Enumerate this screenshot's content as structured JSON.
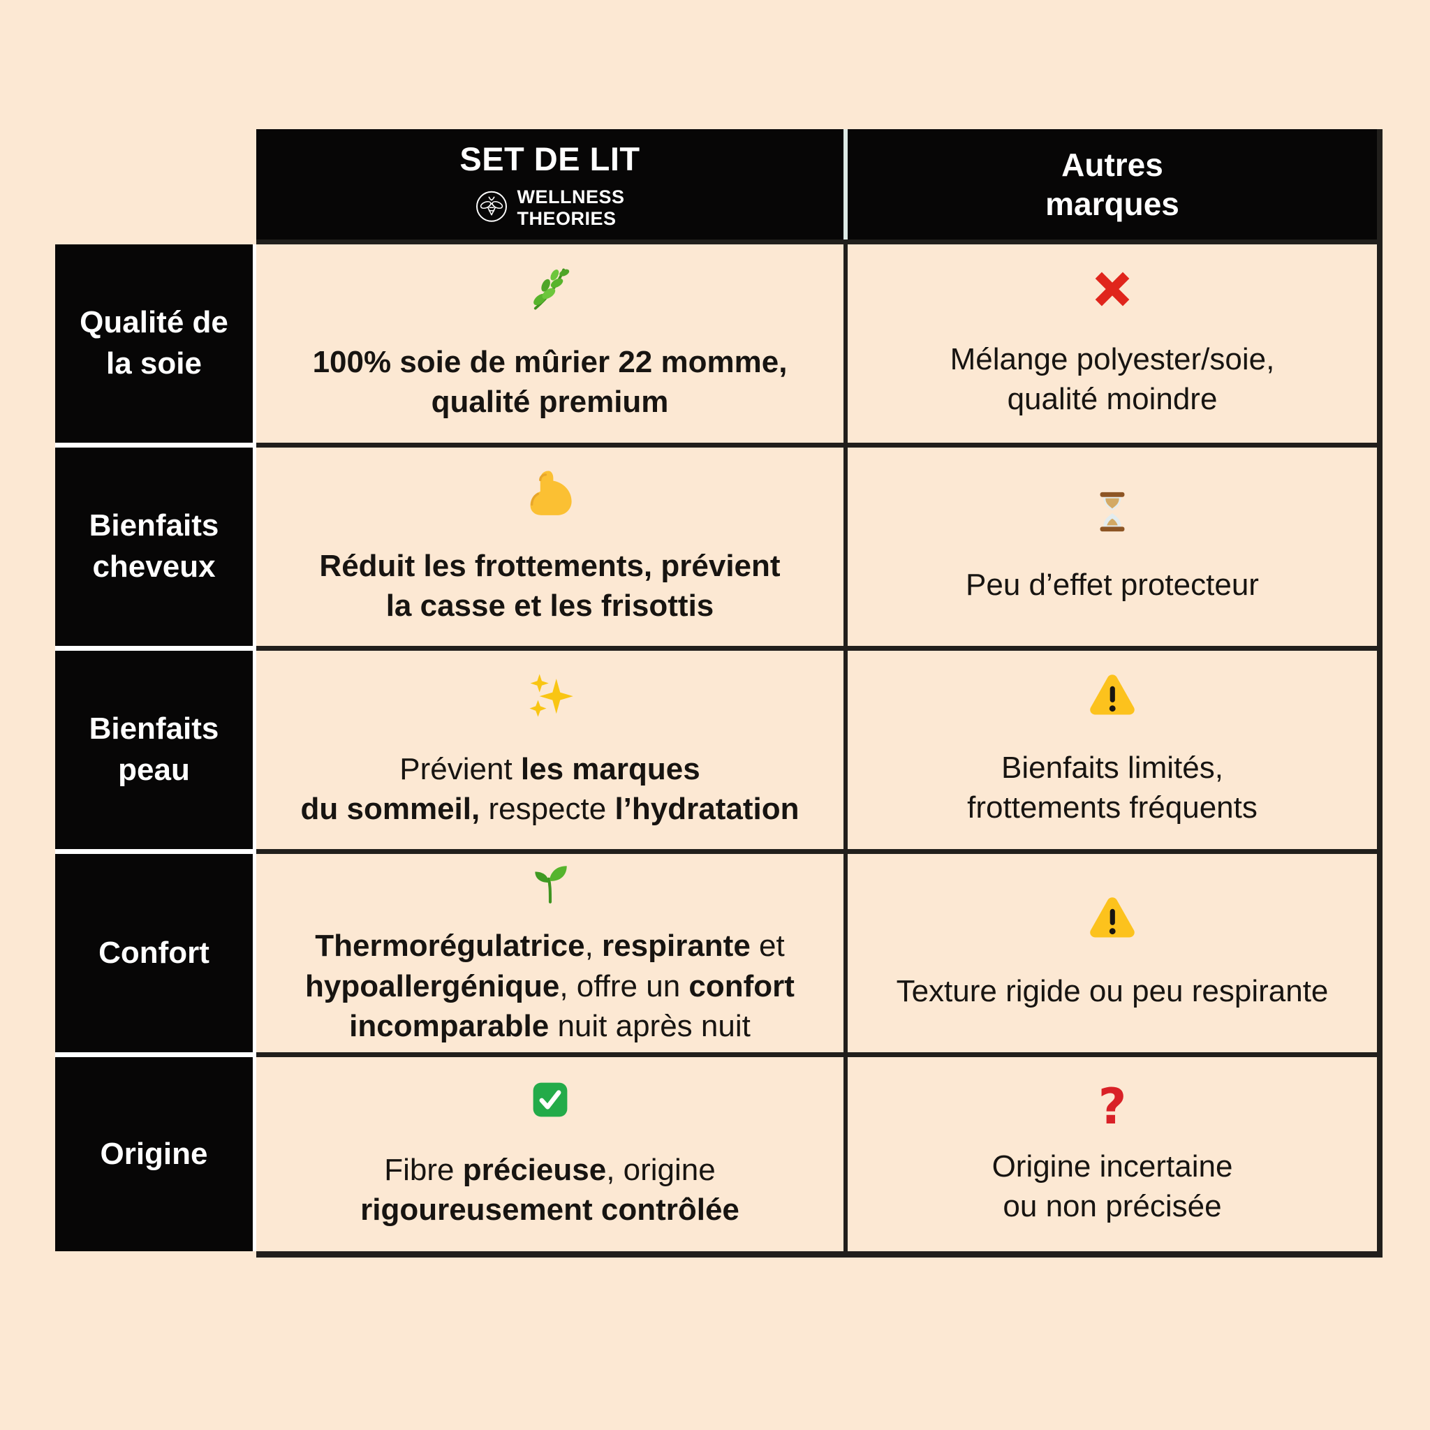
{
  "meta": {
    "background_color": "#fce8d3",
    "table_border_color": "#211f1c",
    "header_bg_color": "#070606",
    "label_bg_color": "#070606",
    "cell_bg_color": "#fce8d3",
    "text_color": "#171411",
    "header_separator_color": "#dce8e4",
    "label_gap_color": "#ffffff",
    "cross_color": "#e0251c",
    "warning_color": "#fcc21d",
    "check_color": "#23ab49",
    "question_color": "#d92127"
  },
  "header": {
    "brand": {
      "title": "SET DE LIT",
      "logo_icon": "bee-logo-icon",
      "logo_lines": [
        "WELLNESS",
        "THEORIES"
      ]
    },
    "other": {
      "lines": [
        "Autres",
        "marques"
      ]
    }
  },
  "rows": [
    {
      "id": "silk-quality",
      "label_lines": [
        "Qualité de",
        "la soie"
      ],
      "brand": {
        "icon": "herb-icon",
        "lines": [
          [
            {
              "t": "100% soie de mûrier 22 momme,",
              "b": true
            }
          ],
          [
            {
              "t": "qualité premium",
              "b": true
            }
          ]
        ]
      },
      "other": {
        "icon": "cross-mark-icon",
        "lines": [
          [
            {
              "t": "Mélange polyester/soie,",
              "b": false
            }
          ],
          [
            {
              "t": "qualité moindre",
              "b": false
            }
          ]
        ]
      }
    },
    {
      "id": "hair-benefits",
      "label_lines": [
        "Bienfaits",
        "cheveux"
      ],
      "brand": {
        "icon": "flexed-biceps-icon",
        "lines": [
          [
            {
              "t": "Réduit les frottements, prévient",
              "b": true
            }
          ],
          [
            {
              "t": "la casse et les frisottis",
              "b": true
            }
          ]
        ]
      },
      "other": {
        "icon": "hourglass-icon",
        "lines": [
          [
            {
              "t": "Peu d’effet protecteur",
              "b": false
            }
          ]
        ]
      }
    },
    {
      "id": "skin-benefits",
      "label_lines": [
        "Bienfaits",
        "peau"
      ],
      "brand": {
        "icon": "sparkles-icon",
        "lines": [
          [
            {
              "t": "Prévient ",
              "b": false
            },
            {
              "t": "les marques",
              "b": true
            }
          ],
          [
            {
              "t": "du sommeil,",
              "b": true
            },
            {
              "t": " respecte ",
              "b": false
            },
            {
              "t": "l’hydratation",
              "b": true
            }
          ]
        ]
      },
      "other": {
        "icon": "warning-icon",
        "lines": [
          [
            {
              "t": "Bienfaits limités,",
              "b": false
            }
          ],
          [
            {
              "t": "frottements fréquents",
              "b": false
            }
          ]
        ]
      }
    },
    {
      "id": "comfort",
      "label_lines": [
        "Confort"
      ],
      "brand": {
        "icon": "seedling-icon",
        "lines": [
          [
            {
              "t": "Thermorégulatrice",
              "b": true
            },
            {
              "t": ", ",
              "b": false
            },
            {
              "t": "respirante",
              "b": true
            },
            {
              "t": " et",
              "b": false
            }
          ],
          [
            {
              "t": "hypoallergénique",
              "b": true
            },
            {
              "t": ", offre un ",
              "b": false
            },
            {
              "t": "confort",
              "b": true
            }
          ],
          [
            {
              "t": "incomparable",
              "b": true
            },
            {
              "t": " nuit après nuit",
              "b": false
            }
          ]
        ]
      },
      "other": {
        "icon": "warning-icon",
        "lines": [
          [
            {
              "t": "Texture rigide ou peu respirante",
              "b": false
            }
          ]
        ]
      }
    },
    {
      "id": "origin",
      "label_lines": [
        "Origine"
      ],
      "brand": {
        "icon": "check-button-icon",
        "lines": [
          [
            {
              "t": "Fibre ",
              "b": false
            },
            {
              "t": "précieuse",
              "b": true
            },
            {
              "t": ", origine",
              "b": false
            }
          ],
          [
            {
              "t": "rigoureusement contrôlée",
              "b": true
            }
          ]
        ]
      },
      "other": {
        "icon": "red-question-icon",
        "question_glyph": "?",
        "lines": [
          [
            {
              "t": "Origine incertaine",
              "b": false
            }
          ],
          [
            {
              "t": "ou non précisée",
              "b": false
            }
          ]
        ]
      }
    }
  ]
}
